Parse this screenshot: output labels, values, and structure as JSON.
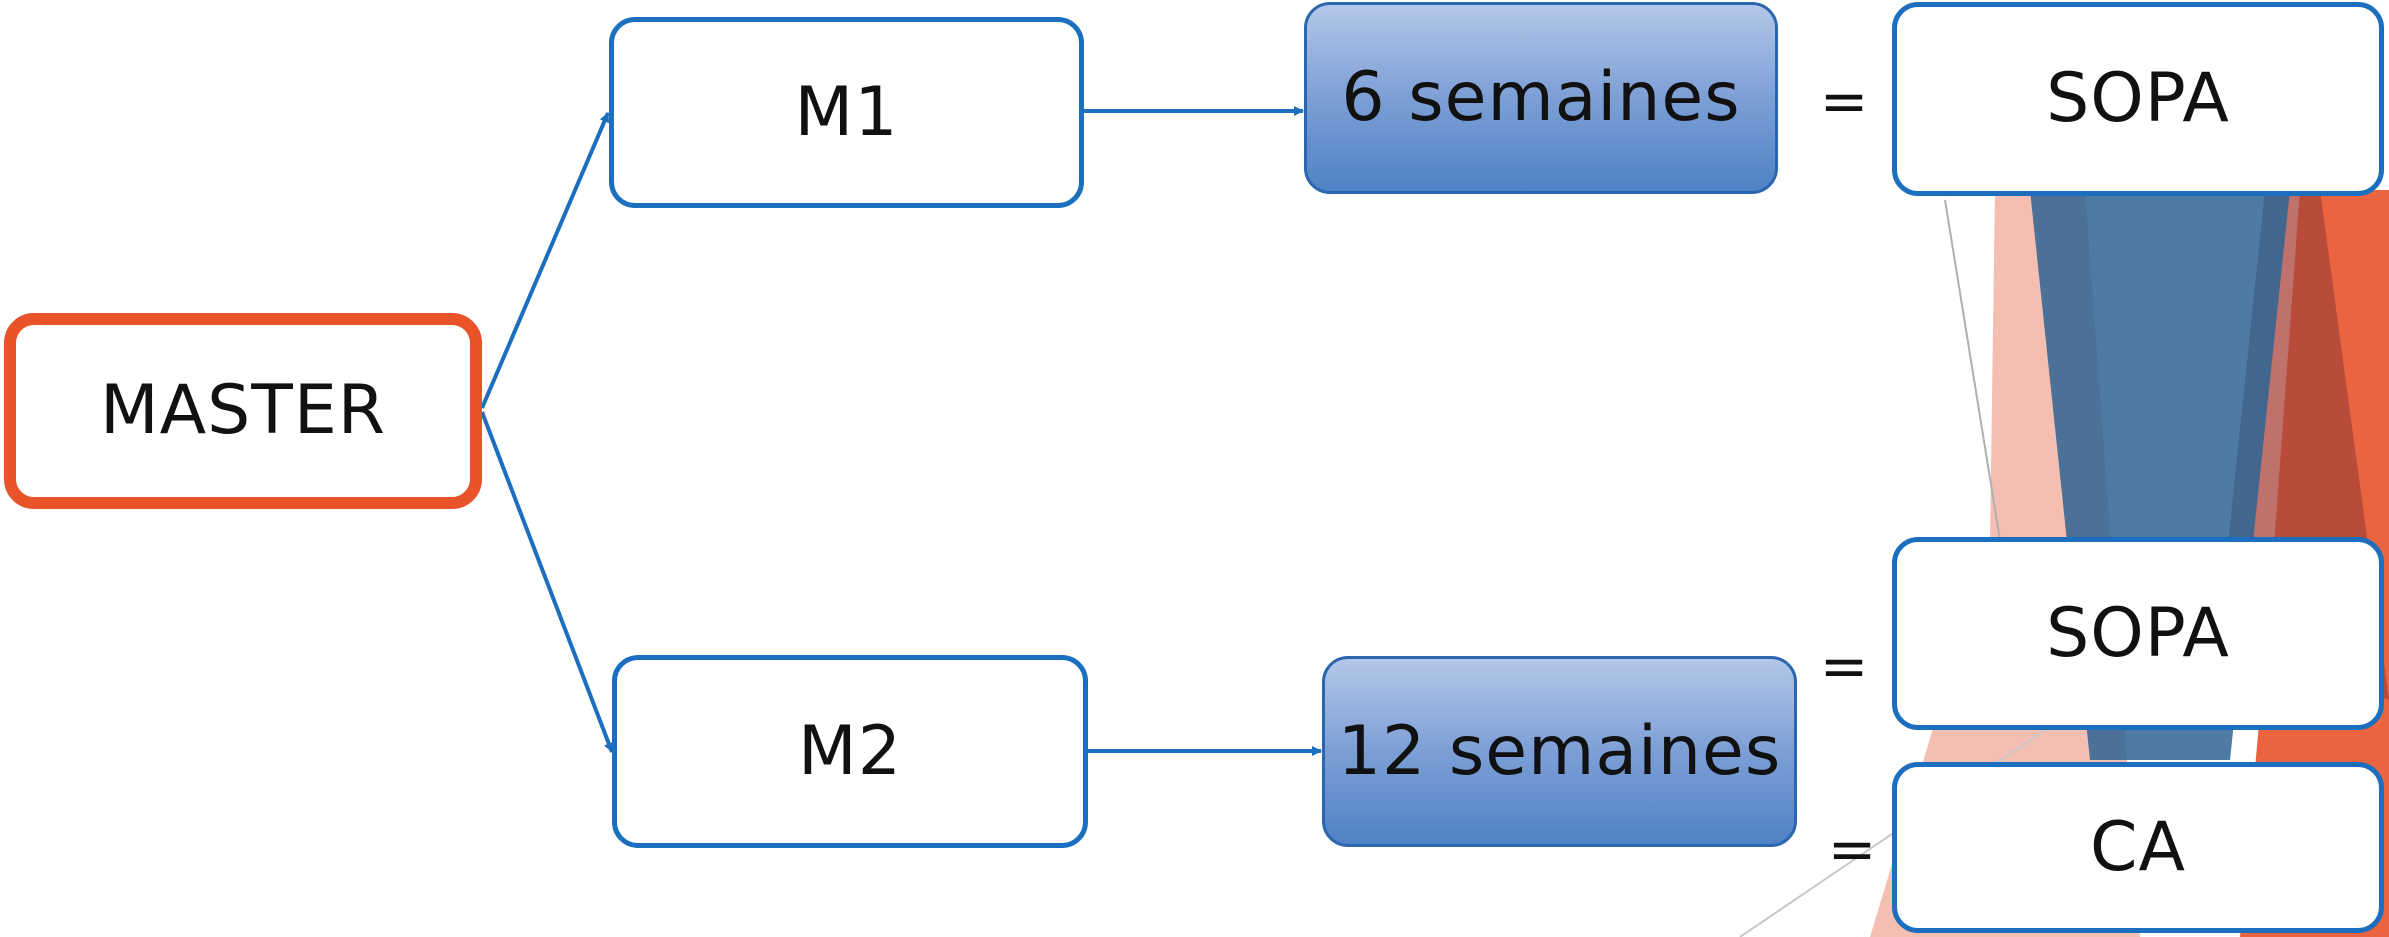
{
  "colors": {
    "line": "#1c6fbe",
    "box_border": "#1c6fbe",
    "root_border": "#e8532a",
    "duration_fill_top": "#b3c7e8",
    "duration_fill_bottom": "#4f82c5"
  },
  "diagram": {
    "root": {
      "label": "MASTER"
    },
    "levels": [
      {
        "label": "M1",
        "duration": "6 semaines",
        "outcomes": [
          "SOPA"
        ]
      },
      {
        "label": "M2",
        "duration": "12 semaines",
        "outcomes": [
          "SOPA",
          "CA"
        ]
      }
    ],
    "equals_sign": "="
  }
}
